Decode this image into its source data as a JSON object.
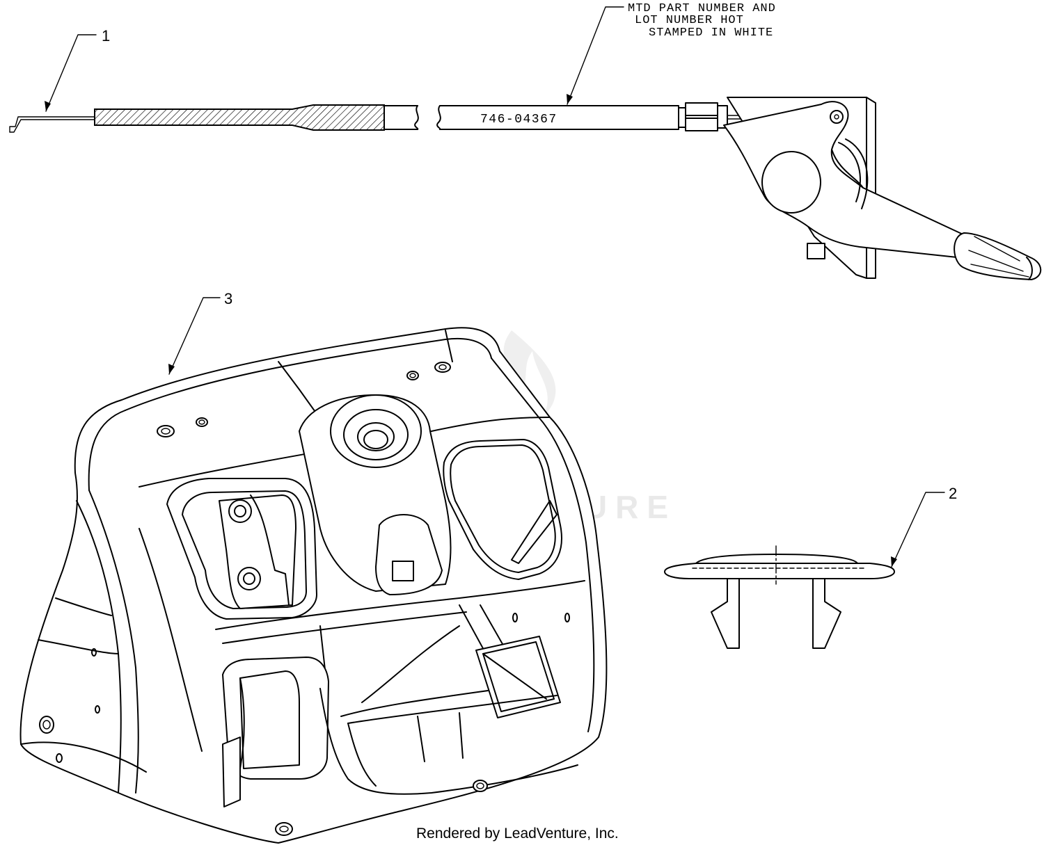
{
  "callouts": {
    "item1": "1",
    "item2": "2",
    "item3": "3"
  },
  "note": {
    "line1": "MTD PART NUMBER AND",
    "line2": "LOT NUMBER HOT",
    "line3": "STAMPED IN WHITE"
  },
  "cable": {
    "part_number": "746-04367"
  },
  "watermark": "LEADVENTURE",
  "footer": {
    "credit": "Rendered by LeadVenture, Inc."
  }
}
